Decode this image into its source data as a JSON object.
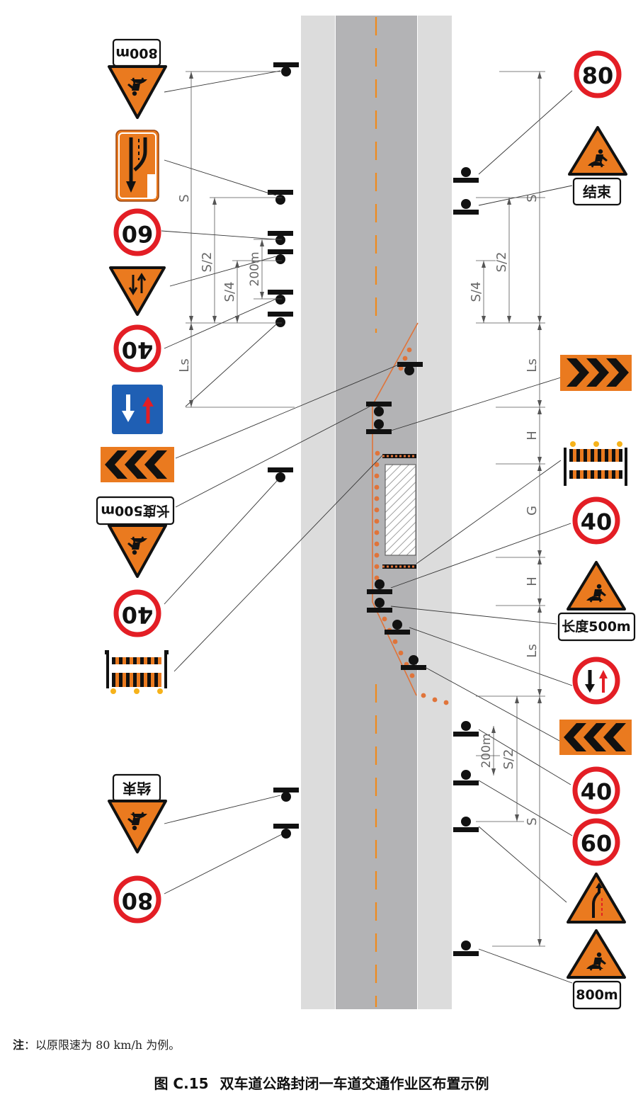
{
  "colors": {
    "shoulder": "#dcdcdc",
    "lane": "#b3b3b5",
    "lane_line": "#f08a1c",
    "cone": "#e0743a",
    "sign_orange": "#ea7a1f",
    "speed_red": "#e31e25",
    "blue": "#1f5fb4",
    "dim_line": "#555555"
  },
  "dimensions": {
    "S": "S",
    "S_half": "S/2",
    "S_quarter": "S/4",
    "m200": "200m",
    "Ls": "Ls",
    "H": "H",
    "G": "G"
  },
  "signs": {
    "end_800_flipped": "800m",
    "speed_60_flipped": "60",
    "speed_40_flipped": "40",
    "length_500_flipped": "长度500m",
    "jieshu_flipped": "结束",
    "speed_80_flipped": "80",
    "speed_80": "80",
    "jieshu": "结束",
    "speed_40": "40",
    "length_500": "长度500m",
    "speed_40_b": "40",
    "speed_60": "60",
    "dist_800": "800m"
  },
  "note": {
    "prefix": "注",
    "text": "：以原限速为 80 km/h 为例。"
  },
  "caption": {
    "number": "图 C.15",
    "title": "双车道公路封闭一车道交通作业区布置示例"
  }
}
